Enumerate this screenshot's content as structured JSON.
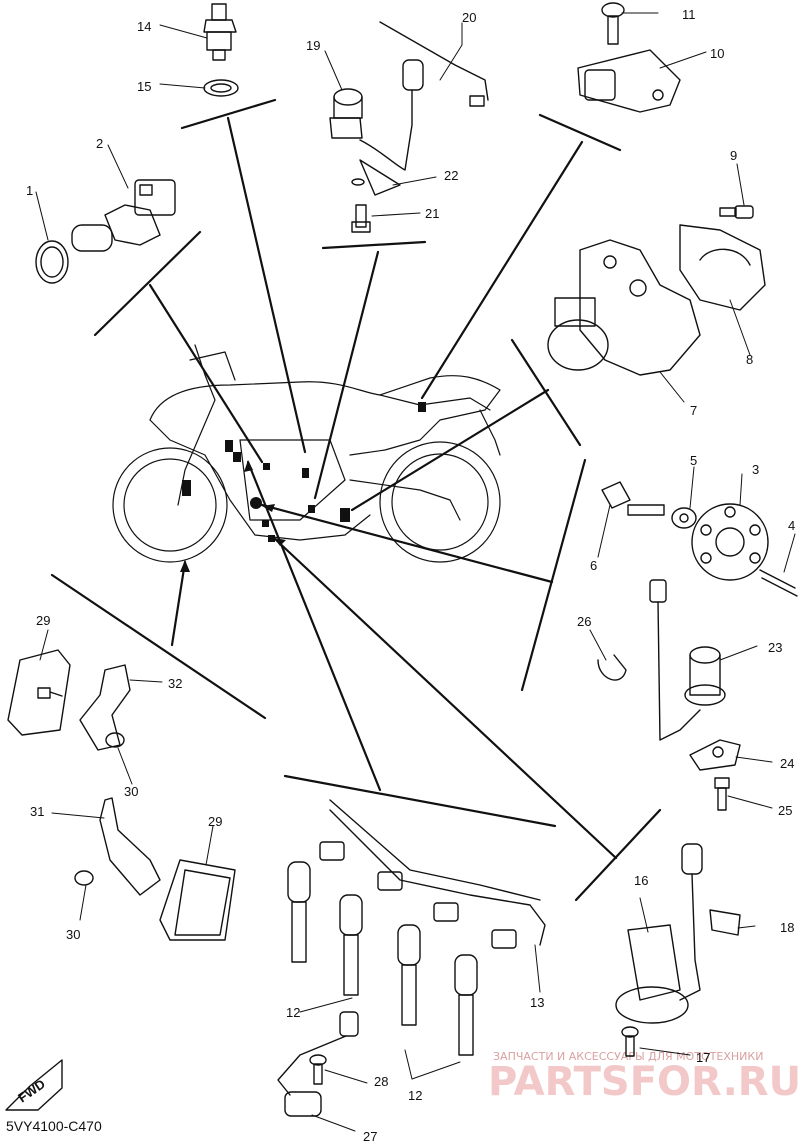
{
  "diagram_code": "5VY4100-C470",
  "fwd_label": "FWD",
  "watermark": {
    "top": "ЗАПЧАСТИ И АКСЕССУАРЫ ДЛЯ МОТОТЕХНИКИ",
    "brand": "PARTSFOR.RU"
  },
  "callouts": {
    "c1": "1",
    "c2": "2",
    "c3": "3",
    "c4": "4",
    "c5": "5",
    "c6": "6",
    "c7": "7",
    "c8": "8",
    "c9": "9",
    "c10": "10",
    "c11": "11",
    "c12a": "12",
    "c12b": "12",
    "c13": "13",
    "c14": "14",
    "c15": "15",
    "c16": "16",
    "c17": "17",
    "c18": "18",
    "c19": "19",
    "c20": "20",
    "c21": "21",
    "c22": "22",
    "c23": "23",
    "c24": "24",
    "c25": "25",
    "c26": "26",
    "c27": "27",
    "c28": "28",
    "c29a": "29",
    "c29b": "29",
    "c30a": "30",
    "c30b": "30",
    "c31": "31",
    "c32": "32"
  }
}
